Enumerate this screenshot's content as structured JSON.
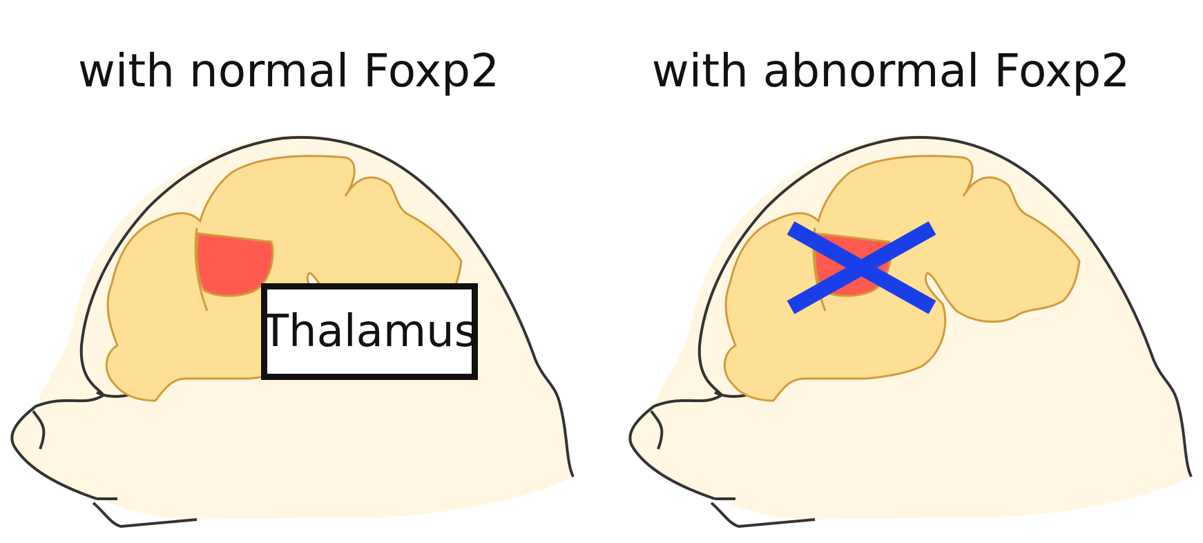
{
  "titles": {
    "left": "with normal Foxp2",
    "right": "with abnormal Foxp2"
  },
  "callout": {
    "label": "Thalamus"
  },
  "colors": {
    "head_fill": "#FFF7E1",
    "head_outline": "#333333",
    "brain_fill": "#FDE096",
    "brain_outline": "#D39A3C",
    "thalamus": "#FF5A50",
    "cross": "#1A3FE8"
  }
}
